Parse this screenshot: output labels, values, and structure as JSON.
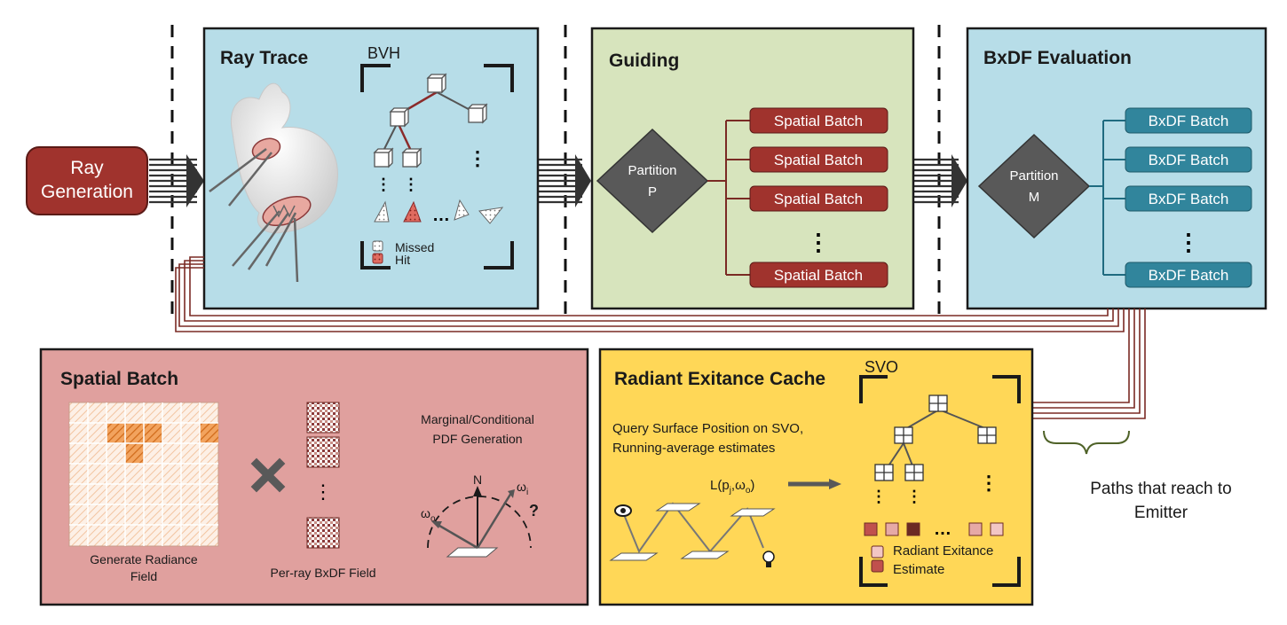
{
  "ray_generation": {
    "label_line1": "Ray",
    "label_line2": "Generation"
  },
  "ray_trace": {
    "title": "Ray Trace",
    "bvh_label": "BVH",
    "ellipsis_vertical": "⋮",
    "ellipsis_horizontal": "…",
    "legend_missed": "Missed",
    "legend_hit": "Hit"
  },
  "guiding": {
    "title": "Guiding",
    "partition_line1": "Partition",
    "partition_line2": "P",
    "batch_label": "Spatial Batch",
    "ellipsis_vertical": "⋮"
  },
  "bxdf": {
    "title": "BxDF Evaluation",
    "partition_line1": "Partition",
    "partition_line2": "M",
    "batch_label": "BxDF Batch",
    "ellipsis_vertical": "⋮"
  },
  "spatial_batch": {
    "title": "Spatial Batch",
    "radiance_caption_line1": "Generate Radiance",
    "radiance_caption_line2": "Field",
    "bxdf_field_caption": "Per-ray BxDF Field",
    "pdf_caption_line1": "Marginal/Conditional",
    "pdf_caption_line2": "PDF Generation",
    "normal_label": "N",
    "omega_o": "ω",
    "omega_o_sub": "o",
    "omega_i": "ω",
    "omega_i_sub": "i",
    "question": "?",
    "ellipsis_vertical": "⋮"
  },
  "cache": {
    "title": "Radiant Exitance Cache",
    "svo_label": "SVO",
    "query_line1": "Query Surface Position on SVO,",
    "query_line2": "Running-average estimates",
    "lookup_label": "L(p",
    "lookup_sub": "j",
    "lookup_rest": ",ω",
    "lookup_sub2": "o",
    "lookup_close": ")",
    "legend_line1": "Radiant Exitance",
    "legend_line2": "Estimate",
    "ellipsis_vertical": "⋮",
    "ellipsis_horizontal": "…"
  },
  "emitter_note": {
    "line1": "Paths that reach to",
    "line2": "Emitter"
  },
  "colors": {
    "ray_generation_fill": "#a0332d",
    "ray_trace_fill": "#b7dde8",
    "guiding_fill": "#d7e4bd",
    "bxdf_fill": "#b7dde8",
    "spatial_batch_panel_fill": "#e0a09e",
    "cache_fill": "#ffd757",
    "spatial_batch_box": "#a0332d",
    "bxdf_batch_box": "#31859c",
    "partition_diamond": "#595959",
    "bracket_line": "#8b3a3a",
    "emitter_brace": "#4f6228"
  }
}
